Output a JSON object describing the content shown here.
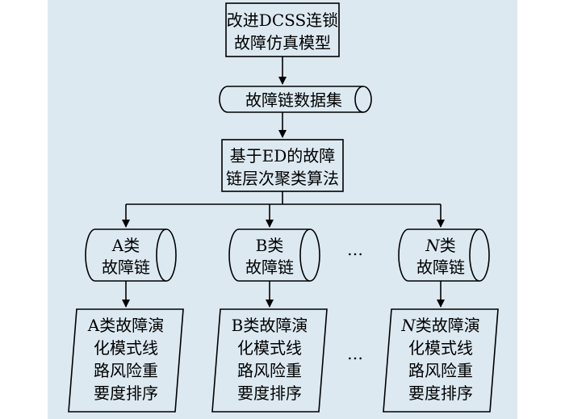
{
  "colors": {
    "background": "#dde9f1",
    "stroke": "#000000"
  },
  "model_box": {
    "line1": "改进DCSS连锁",
    "line2": "故障仿真模型"
  },
  "dataset": {
    "label": "故障链数据集"
  },
  "algorithm_box": {
    "line1": "基于ED的故障",
    "line2": "链层次聚类算法"
  },
  "clusters": [
    {
      "letter": "A",
      "line1_suffix": "类",
      "line2": "故障链",
      "rank_line1_suffix": "类故障演",
      "rank_line2": "化模式线",
      "rank_line3": "路风险重",
      "rank_line4": "要度排序"
    },
    {
      "letter": "B",
      "line1_suffix": "类",
      "line2": "故障链",
      "rank_line1_suffix": "类故障演",
      "rank_line2": "化模式线",
      "rank_line3": "路风险重",
      "rank_line4": "要度排序"
    },
    {
      "letter": "N",
      "line1_suffix": "类",
      "line2": "故障链",
      "rank_line1_suffix": "类故障演",
      "rank_line2": "化模式线",
      "rank_line3": "路风险重",
      "rank_line4": "要度排序"
    }
  ],
  "ellipsis": "…"
}
